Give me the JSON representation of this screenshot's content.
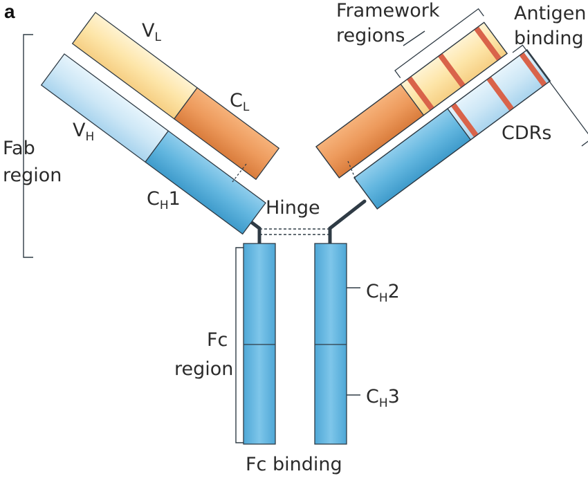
{
  "figure": {
    "panel_label": "a",
    "labels": {
      "vl": "V",
      "vl_sub": "L",
      "cl": "C",
      "cl_sub": "L",
      "vh": "V",
      "vh_sub": "H",
      "ch1": "C",
      "ch1_sub": "H",
      "ch1_num": "1",
      "fab_line1": "Fab",
      "fab_line2": "region",
      "hinge": "Hinge",
      "framework_line1": "Framework",
      "framework_line2": "regions",
      "antigen_line1": "Antigen",
      "antigen_line2": "binding",
      "cdrs": "CDRs",
      "ch2": "C",
      "ch2_sub": "H",
      "ch2_num": "2",
      "ch3": "C",
      "ch3_sub": "H",
      "ch3_num": "3",
      "fc_line1": "Fc",
      "fc_line2": "region",
      "fc_binding": "Fc binding"
    },
    "colors": {
      "light_variable": "#fde8b0",
      "light_constant": "#ec9a5e",
      "heavy_variable": "#cfe8f6",
      "heavy_constant": "#68b9e0",
      "cdr_band": "#d9634a",
      "outline": "#2f3b45"
    }
  }
}
